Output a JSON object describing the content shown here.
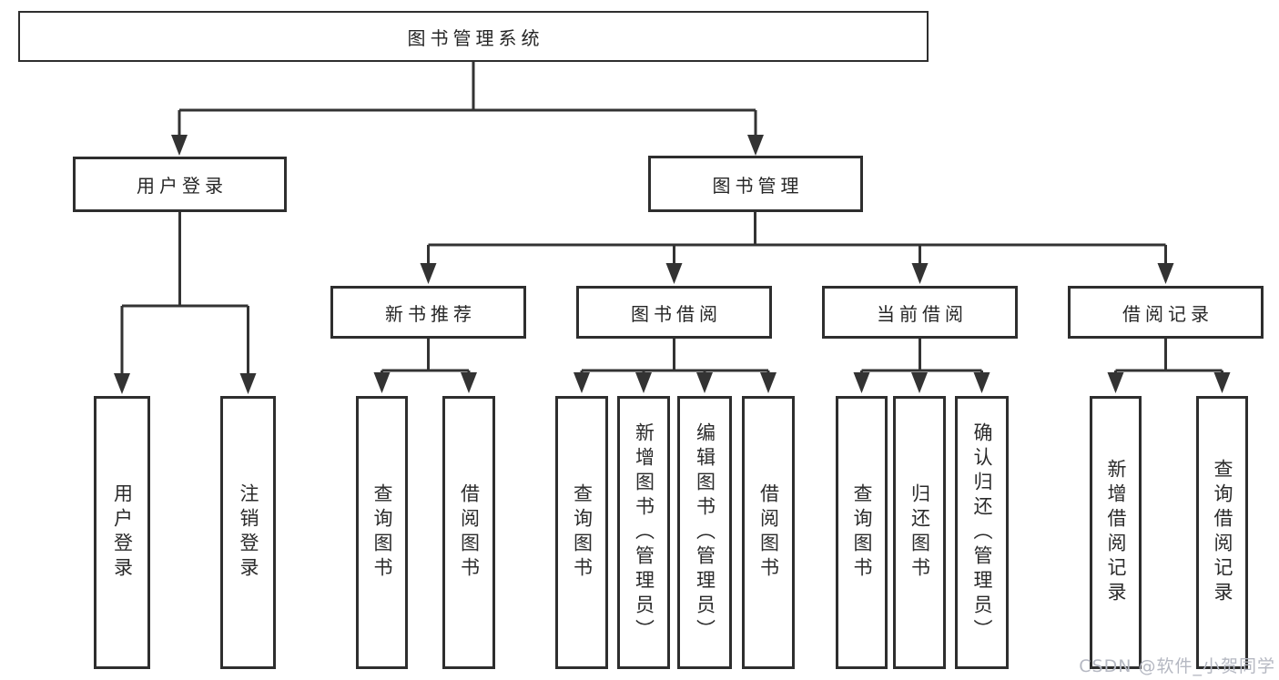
{
  "diagram": {
    "root": "图书管理系统",
    "level1": [
      "用户登录",
      "图书管理"
    ],
    "level2": [
      "新书推荐",
      "图书借阅",
      "当前借阅",
      "借阅记录"
    ],
    "leaves": {
      "user": [
        "用户登录",
        "注销登录"
      ],
      "recommend": [
        "查询图书",
        "借阅图书"
      ],
      "borrow": [
        "查询图书",
        "新增图书（管理员）",
        "编辑图书（管理员）",
        "借阅图书"
      ],
      "current": [
        "查询图书",
        "归还图书",
        "确认归还（管理员）"
      ],
      "records": [
        "新增借阅记录",
        "查询借阅记录"
      ]
    }
  },
  "watermark": "CSDN @软件_小贺同学",
  "colors": {
    "line": "#333333",
    "border": "#2e2e2e",
    "text": "#262626",
    "watermark": "#b5b8c2"
  }
}
